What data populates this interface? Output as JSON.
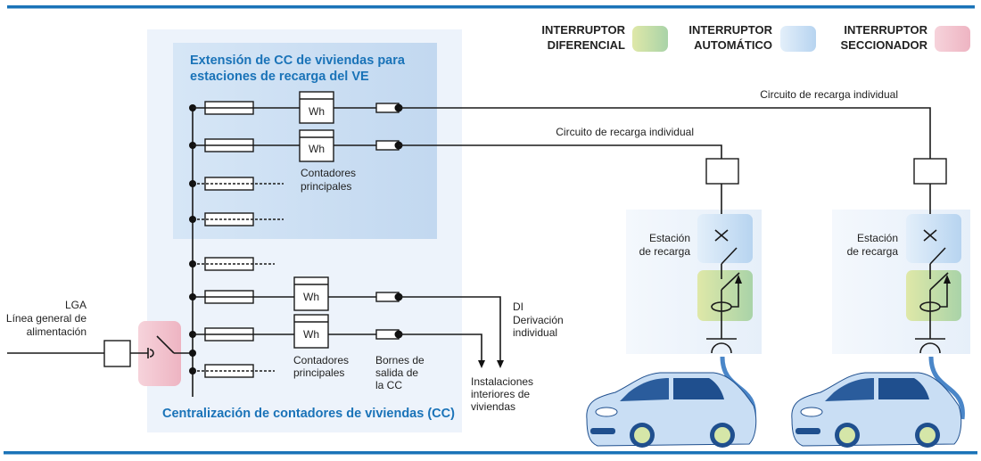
{
  "legend": [
    {
      "line1": "INTERRUPTOR",
      "line2": "DIFERENCIAL",
      "color_from": "#dfe8a8",
      "color_to": "#a9d3a8"
    },
    {
      "line1": "INTERRUPTOR",
      "line2": "AUTOMÁTICO",
      "color_from": "#e3effa",
      "color_to": "#b7d4f0"
    },
    {
      "line1": "INTERRUPTOR",
      "line2": "SECCIONADOR",
      "color_from": "#f6d3db",
      "color_to": "#eeb4c2"
    }
  ],
  "extension": {
    "title_line1": "Extensión de CC de viviendas para",
    "title_line2": "estaciones de recarga del VE",
    "meter_label": "Wh",
    "meters_caption_line1": "Contadores",
    "meters_caption_line2": "principales"
  },
  "centralization": {
    "title": "Centralización de contadores de viviendas (CC)",
    "meter_label": "Wh",
    "meters_caption_line1": "Contadores",
    "meters_caption_line2": "principales",
    "terminals_line1": "Bornes de",
    "terminals_line2": "salida de",
    "terminals_line3": "la CC"
  },
  "lga": {
    "line1": "LGA",
    "line2": "Línea general de",
    "line3": "alimentación"
  },
  "di": {
    "line1": "DI",
    "line2": "Derivación",
    "line3": "individual"
  },
  "interior": {
    "line1": "Instalaciones",
    "line2": "interiores de",
    "line3": "viviendas"
  },
  "circuits": [
    {
      "label": "Circuito de recarga individual"
    },
    {
      "label": "Circuito de recarga individual"
    }
  ],
  "stations": [
    {
      "line1": "Estación",
      "line2": "de recarga"
    },
    {
      "line1": "Estación",
      "line2": "de recarga"
    }
  ],
  "colors": {
    "rule": "#1a73b8",
    "title": "#1a73b8",
    "outer_panel": "#edf3fb",
    "inner_panel": "#c9ddf2",
    "station_panel": "#eef4fb",
    "car_body": "#c6dcf3",
    "car_dark": "#1f4f8e",
    "cable": "#4a86c8",
    "wheel": "#d5e6a8"
  }
}
